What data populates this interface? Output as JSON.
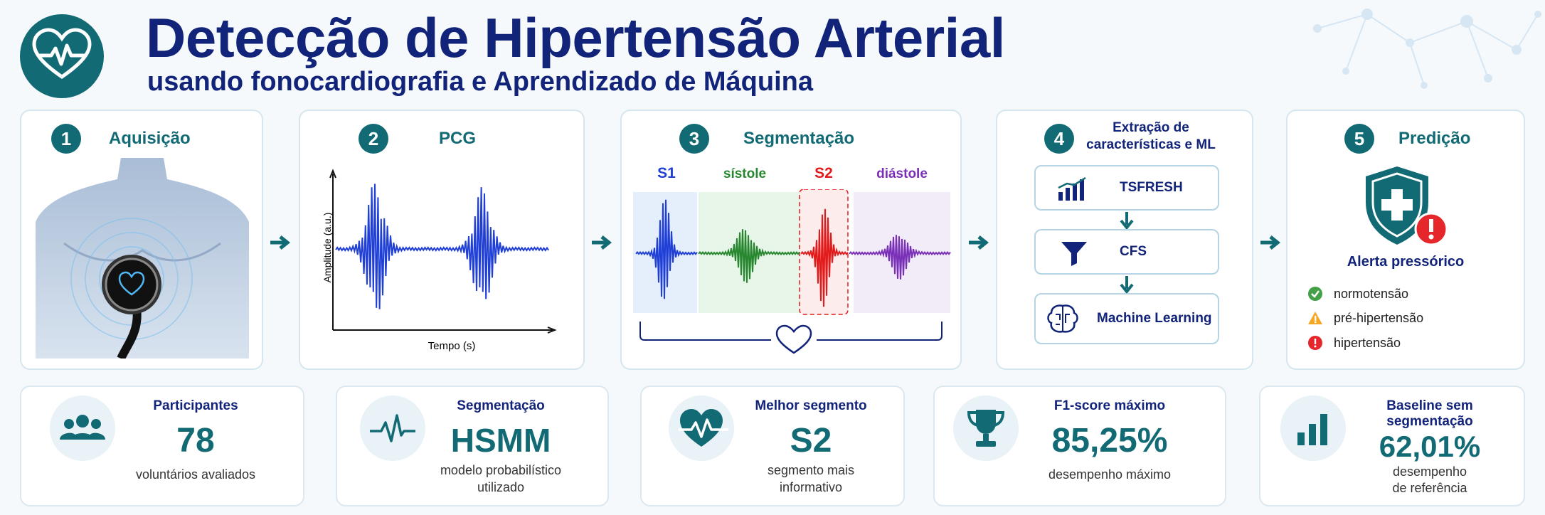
{
  "header": {
    "title": "Detecção de Hipertensão Arterial",
    "subtitle": "usando fonocardiografia e Aprendizado de Máquina",
    "logo_icon": "heart-pulse-icon"
  },
  "colors": {
    "teal": "#126b74",
    "navy": "#12237a",
    "s1": "#1f3fd6",
    "systole": "#27872f",
    "s2": "#e11b1b",
    "diastole": "#7a2fb8"
  },
  "steps": [
    {
      "number": "1",
      "title": "Aquisição",
      "image": "stethoscope-on-chest"
    },
    {
      "number": "2",
      "title": "PCG",
      "ylabel": "Amplitude (a.u.)",
      "xlabel": "Tempo (s)"
    },
    {
      "number": "3",
      "title": "Segmentação",
      "segments": [
        "S1",
        "sístole",
        "S2",
        "diástole"
      ]
    },
    {
      "number": "4",
      "title_line1": "Extração de",
      "title_line2": "características e ML",
      "pipeline": [
        {
          "label": "TSFRESH",
          "icon": "bar-chart-icon"
        },
        {
          "label": "CFS",
          "icon": "funnel-icon"
        },
        {
          "label": "Machine Learning",
          "icon": "brain-icon"
        }
      ]
    },
    {
      "number": "5",
      "title": "Predição",
      "alert_label": "Alerta pressórico",
      "classes": [
        {
          "label": "normotensão",
          "icon": "check-icon"
        },
        {
          "label": "pré-hipertensão",
          "icon": "warning-icon"
        },
        {
          "label": "hipertensão",
          "icon": "exclamation-icon"
        }
      ]
    }
  ],
  "stats": [
    {
      "label": "Participantes",
      "value": "78",
      "desc": "voluntários avaliados",
      "icon": "people-icon"
    },
    {
      "label": "Segmentação",
      "value": "HSMM",
      "desc1": "modelo probabilístico",
      "desc2": "utilizado",
      "icon": "pulse-wave-icon"
    },
    {
      "label": "Melhor segmento",
      "value": "S2",
      "desc1": "segmento mais",
      "desc2": "informativo",
      "icon": "heart-pulse-icon"
    },
    {
      "label": "F1-score máximo",
      "value": "85,25%",
      "desc": "desempenho máximo",
      "icon": "trophy-icon"
    },
    {
      "label1": "Baseline sem",
      "label2": "segmentação",
      "value": "62,01%",
      "desc1": "desempenho",
      "desc2": "de referência",
      "icon": "bar-chart-icon"
    }
  ]
}
